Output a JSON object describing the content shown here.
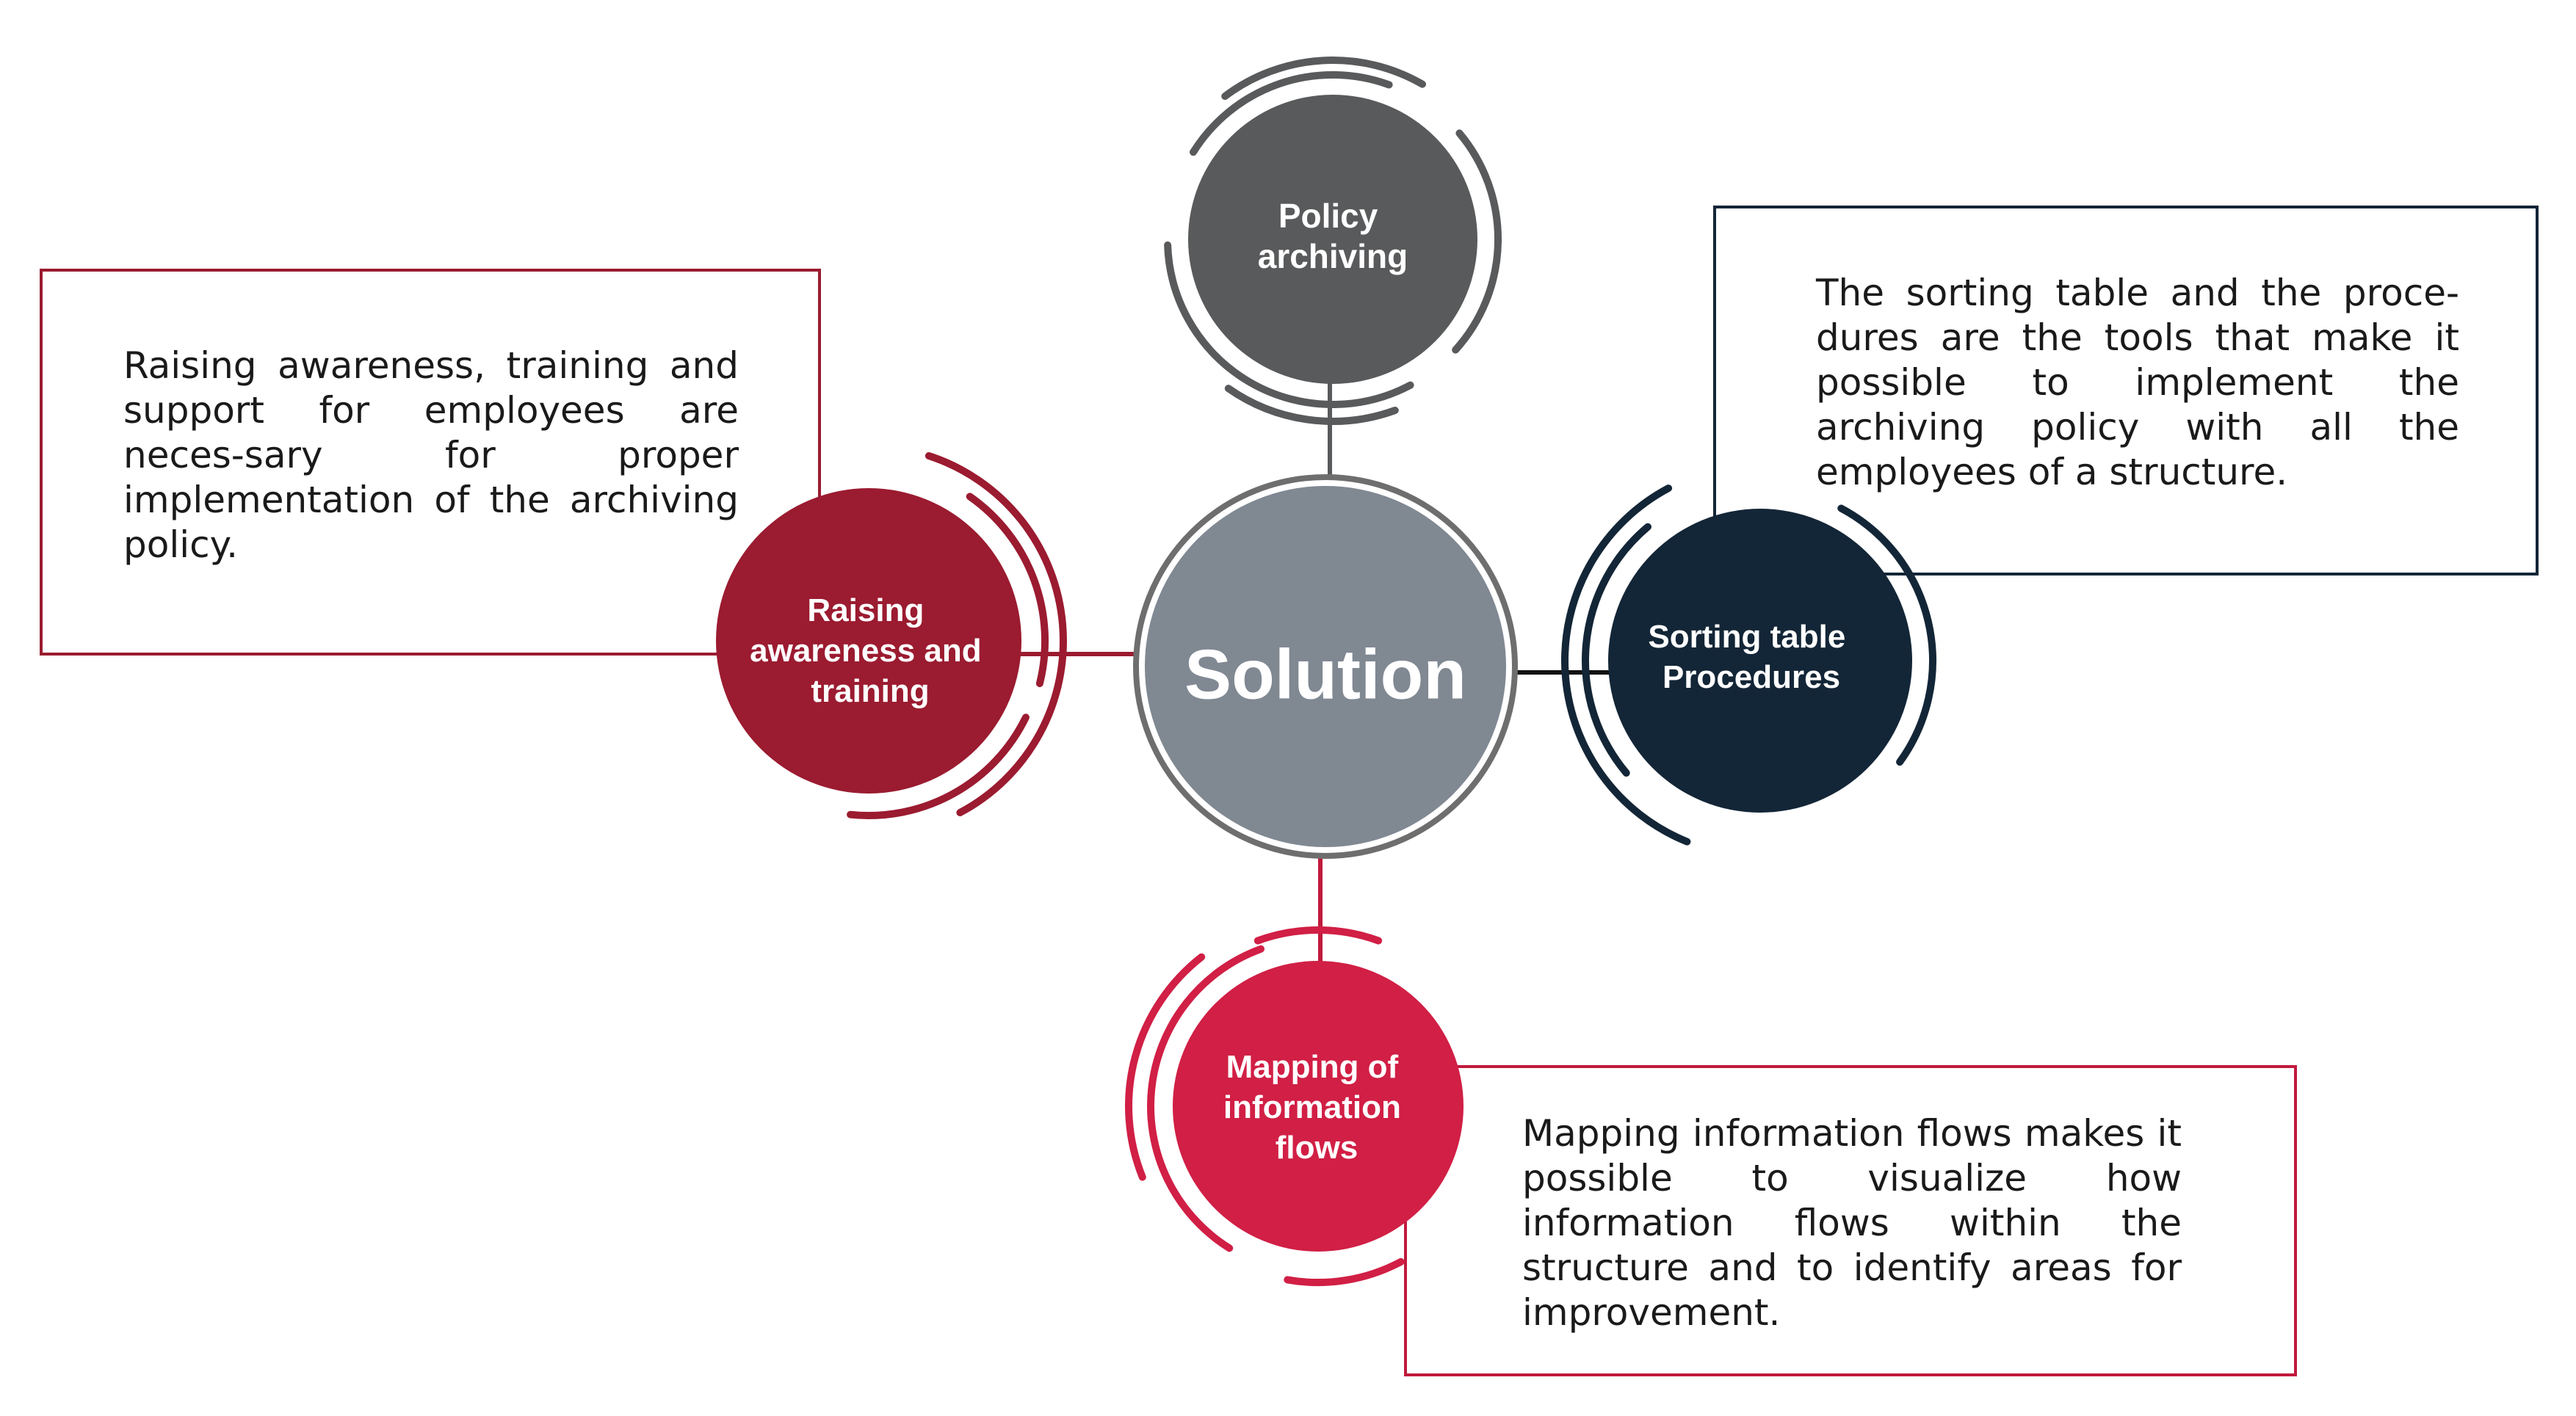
{
  "center": {
    "label": "Solution"
  },
  "nodes": {
    "top": {
      "line1": "Policy",
      "line2": "archiving"
    },
    "left": {
      "line1": "Raising",
      "line2": "awareness and",
      "line3": "training"
    },
    "right": {
      "line1": "Sorting table",
      "line2": "Procedures"
    },
    "bottom": {
      "line1": "Mapping of",
      "line2": "information",
      "line3": "flows"
    }
  },
  "descriptions": {
    "left": "Raising awareness, training and support for employees are neces-sary for proper implementation of the archiving policy.",
    "right": "The sorting table and the proce-dures are the tools that make it possible to implement the archiving policy with all the employees of a structure.",
    "bottom": "Mapping information flows makes it possible to visualize how information flows within the structure and to identify areas for improvement."
  },
  "colors": {
    "center": "#808892",
    "top": "#595a5b",
    "left": "#9b1b30",
    "right": "#132637",
    "bottom": "#d11f45"
  }
}
